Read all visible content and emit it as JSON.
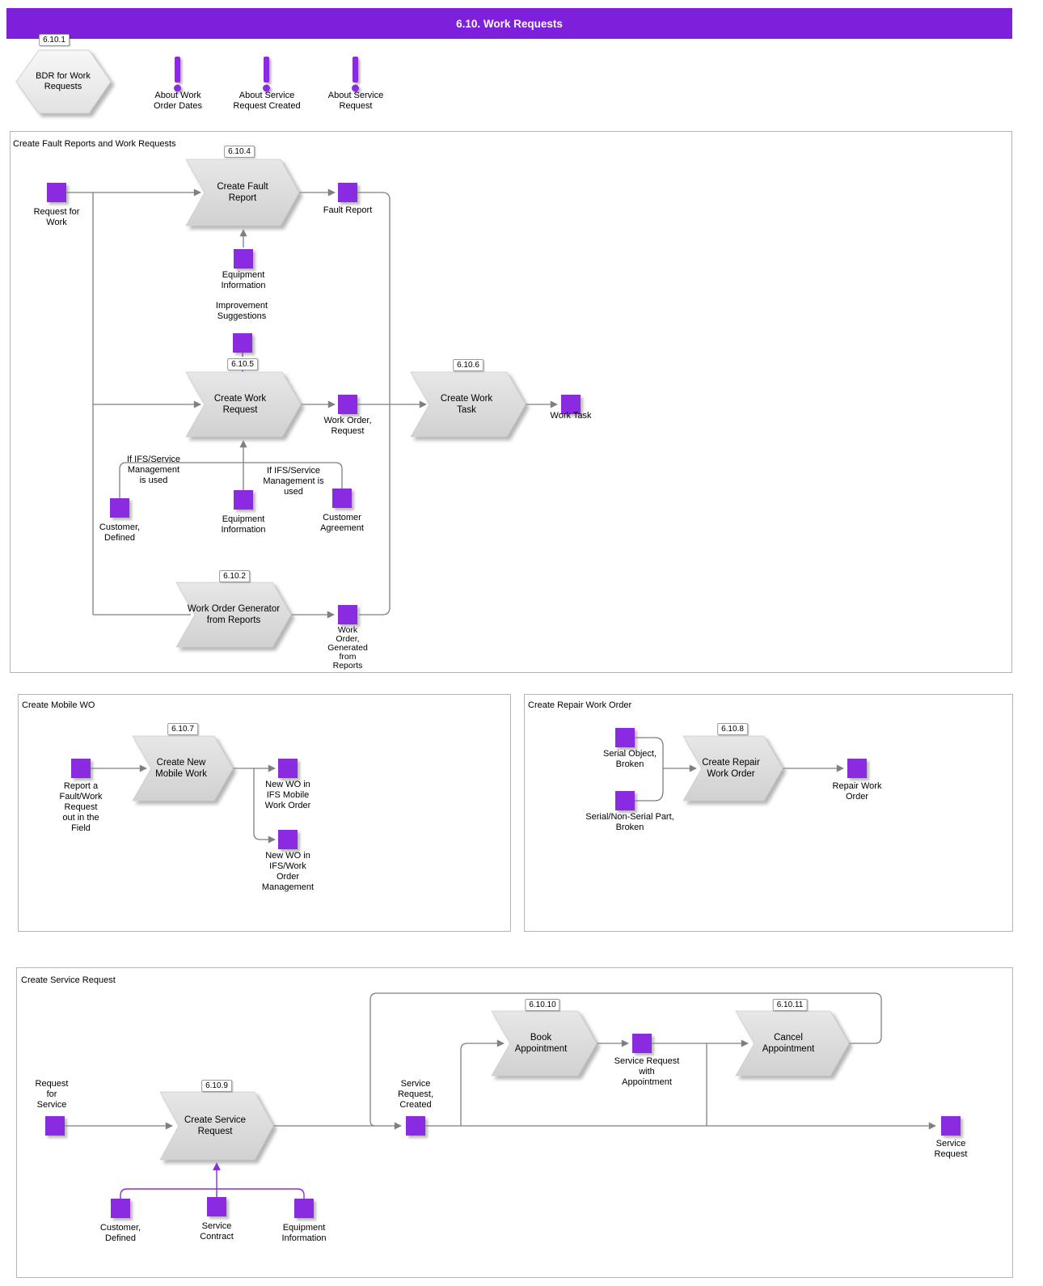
{
  "header": {
    "title": "6.10. Work Requests"
  },
  "legend": {
    "bdr_badge": "6.10.1",
    "bdr_label": "BDR for Work\nRequests",
    "notes": [
      "About Work\nOrder Dates",
      "About Service\nRequest Created",
      "About Service\nRequest"
    ]
  },
  "section_titles": {
    "fault": "Create Fault Reports and Work Requests",
    "mobile": "Create Mobile WO",
    "repair": "Create Repair Work Order",
    "service": "Create Service Request"
  },
  "processes": {
    "create_fault_report": {
      "badge": "6.10.4",
      "label": "Create Fault\nReport"
    },
    "create_work_request": {
      "badge": "6.10.5",
      "label": "Create Work\nRequest"
    },
    "create_work_task": {
      "badge": "6.10.6",
      "label": "Create Work\nTask"
    },
    "work_order_generator": {
      "badge": "6.10.2",
      "label": "Work Order Generator\nfrom Reports"
    },
    "create_new_mobile_work": {
      "badge": "6.10.7",
      "label": "Create New\nMobile Work"
    },
    "create_repair_work_order": {
      "badge": "6.10.8",
      "label": "Create Repair\nWork Order"
    },
    "create_service_request": {
      "badge": "6.10.9",
      "label": "Create Service\nRequest"
    },
    "book_appointment": {
      "badge": "6.10.10",
      "label": "Book\nAppointment"
    },
    "cancel_appointment": {
      "badge": "6.10.11",
      "label": "Cancel\nAppointment"
    }
  },
  "nodes": {
    "request_for_work": "Request for\nWork",
    "fault_report": "Fault Report",
    "equipment_information_1": "Equipment\nInformation",
    "improvement_suggestions": "Improvement\nSuggestions",
    "work_order_request": "Work Order,\nRequest",
    "work_task": "Work Task",
    "customer_defined_1": "Customer,\nDefined",
    "equipment_information_2": "Equipment\nInformation",
    "customer_agreement": "Customer\nAgreement",
    "work_order_generated": "Work\nOrder,\nGenerated\nfrom\nReports",
    "report_fault": "Report a\nFault/Work\nRequest\nout in the\nField",
    "new_wo_mobile": "New WO in\nIFS Mobile\nWork Order",
    "new_wo_ifs": "New WO in\nIFS/Work\nOrder\nManagement",
    "serial_object": "Serial Object,\nBroken",
    "serial_part": "Serial/Non-Serial Part,\nBroken",
    "repair_work_order": "Repair Work\nOrder",
    "request_for_service": "Request\nfor\nService",
    "service_request_created": "Service\nRequest,\nCreated",
    "service_request_with_appt": "Service Request\nwith\nAppointment",
    "service_request": "Service\nRequest",
    "customer_defined_2": "Customer,\nDefined",
    "service_contract": "Service\nContract",
    "equipment_information_3": "Equipment\nInformation"
  },
  "conditions": {
    "c1": "If IFS/Service\nManagement\nis used",
    "c2": "If IFS/Service\nManagement is\nused"
  },
  "colors": {
    "accent": "#8a2be2",
    "banner": "#7d1fdb",
    "process_fill": "#dcdcdc",
    "connector": "#7f7f7f"
  }
}
